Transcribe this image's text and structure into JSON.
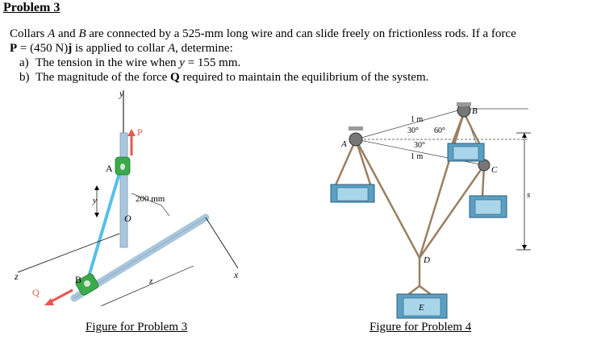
{
  "title": "Problem 3",
  "statement": {
    "line1_a": "Collars ",
    "var_A": "A",
    "line1_b": " and ",
    "var_B": "B",
    "line1_c": " are connected by a 525-mm long wire and can slide freely on frictionless rods. If a force",
    "line2_P": "P",
    "line2_b": " = (450 N)",
    "line2_j": "j",
    "line2_c": " is applied to collar ",
    "line2_A": "A",
    "line2_d": ", determine:"
  },
  "items": [
    {
      "label": "a)",
      "pre": "The tension in the wire when ",
      "var": "y",
      "post": " = 155 mm.",
      "bold": "",
      "post2": ""
    },
    {
      "label": "b)",
      "pre": "The magnitude of the force ",
      "var": "",
      "post": "",
      "bold": "Q",
      "post2": " required to maintain the equilibrium of the system."
    }
  ],
  "fig3": {
    "caption": "Figure for Problem 3",
    "labels": {
      "y_axis": "y",
      "P": "P",
      "A": "A",
      "y_dim": "y",
      "dim": "200 mm",
      "O": "O",
      "z_dim": "z",
      "z_axis": "z",
      "B": "B",
      "Q": "Q",
      "x_axis": "x"
    }
  },
  "fig4": {
    "caption": "Figure for Problem 4",
    "labels": {
      "len1": "1 m",
      "ang30a": "30°",
      "ang60": "60°",
      "ang30b": "30°",
      "len2": "1 m",
      "A": "A",
      "B": "B",
      "C": "C",
      "D": "D",
      "E": "E",
      "s": "s"
    }
  },
  "colors": {
    "rod": "#a9c6dc",
    "wire": "#57c0e8",
    "collar": "#3aaa4a",
    "arrow": "#e8574f",
    "box": "#5b9fc2",
    "rope": "#9a8060"
  }
}
